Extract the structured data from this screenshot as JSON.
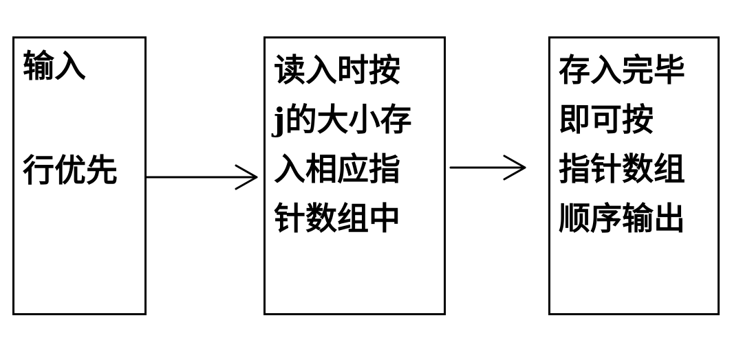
{
  "diagram": {
    "boxes": [
      {
        "lines": [
          "输入",
          "行优先"
        ]
      },
      {
        "lines": [
          "读入时按",
          "j的大小存",
          "入相应指",
          "针数组中"
        ]
      },
      {
        "lines": [
          "存入完毕",
          "即可按",
          "指针数组",
          "顺序输出"
        ]
      }
    ],
    "stroke_color": "#000000",
    "background_color": "#ffffff"
  }
}
